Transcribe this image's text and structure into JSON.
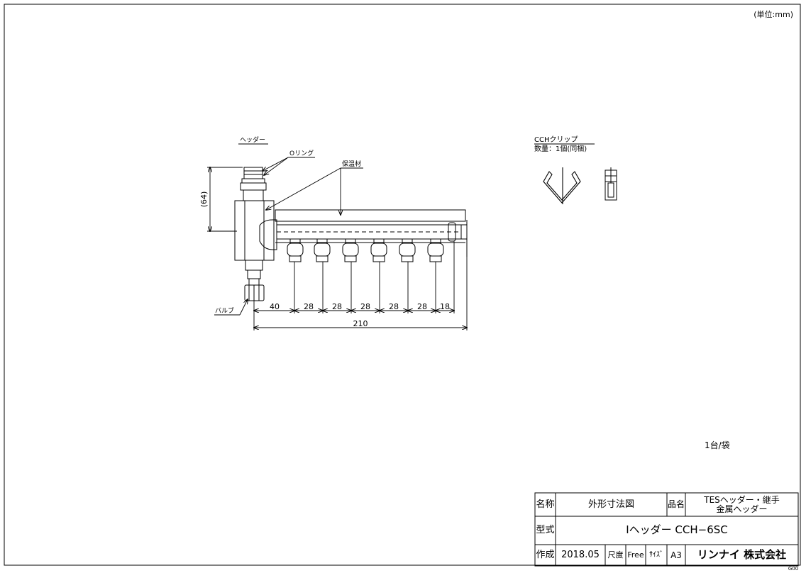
{
  "unit_note": "(単位:mm)",
  "main_view": {
    "header_label": "ヘッダー",
    "oring_label": "Oリング",
    "insulation_label": "保温材",
    "valve_label": "バルブ",
    "height_dim": "(64)",
    "pitch_dims": [
      "40",
      "28",
      "28",
      "28",
      "28",
      "28",
      "18"
    ],
    "total_dim": "210"
  },
  "clip_view": {
    "title": "CCHクリップ",
    "quantity": "数量：1個(同梱)"
  },
  "package_note": "1台/袋",
  "title_block": {
    "name_label": "名称",
    "name_value": "外形寸法図",
    "product_label": "品名",
    "product_line1": "TESヘッダー・継手",
    "product_line2": "金属ヘッダー",
    "model_label": "型式",
    "model_value": "Iヘッダー CCH−6SC",
    "created_label": "作成",
    "created_value": "2018.05",
    "scale_label": "尺度",
    "scale_value": "Free",
    "size_label": "ｻｲｽﾞ",
    "size_value": "A3",
    "company": "リンナイ 株式会社",
    "sheet_code": "G00"
  }
}
